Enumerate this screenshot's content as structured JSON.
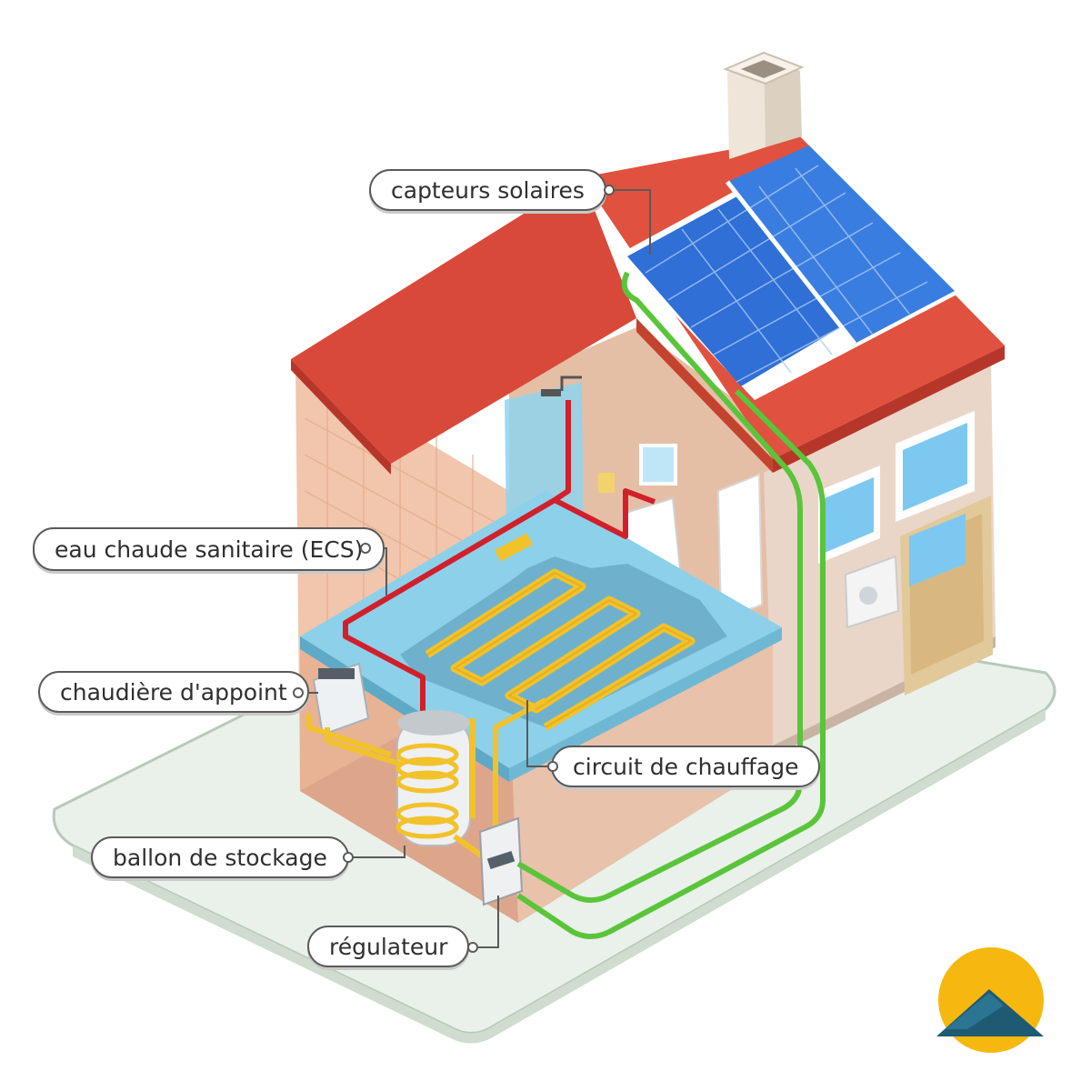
{
  "labels": {
    "solar_collectors": "capteurs solaires",
    "domestic_hot_water": "eau chaude sanitaire (ECS)",
    "backup_boiler": "chaudière d'appoint",
    "heating_circuit": "circuit de chauffage",
    "storage_tank": "ballon de stockage",
    "regulator": "régulateur"
  },
  "colors": {
    "roof": "#d9493a",
    "wall_side": "#f1c6ac",
    "wall_front": "#ead6c8",
    "floor_slab": "#7ec2dd",
    "solar_panel": "#2f6fd6",
    "solar_loop": "#5ac43a",
    "hot_water_pipe": "#d21f2a",
    "heating_pipe": "#f2c22b",
    "ground": "#e9f1ea",
    "logo_sun": "#f6b70f",
    "logo_mountain": "#1f5a73"
  },
  "icons": [
    "sun-mountain-logo"
  ]
}
